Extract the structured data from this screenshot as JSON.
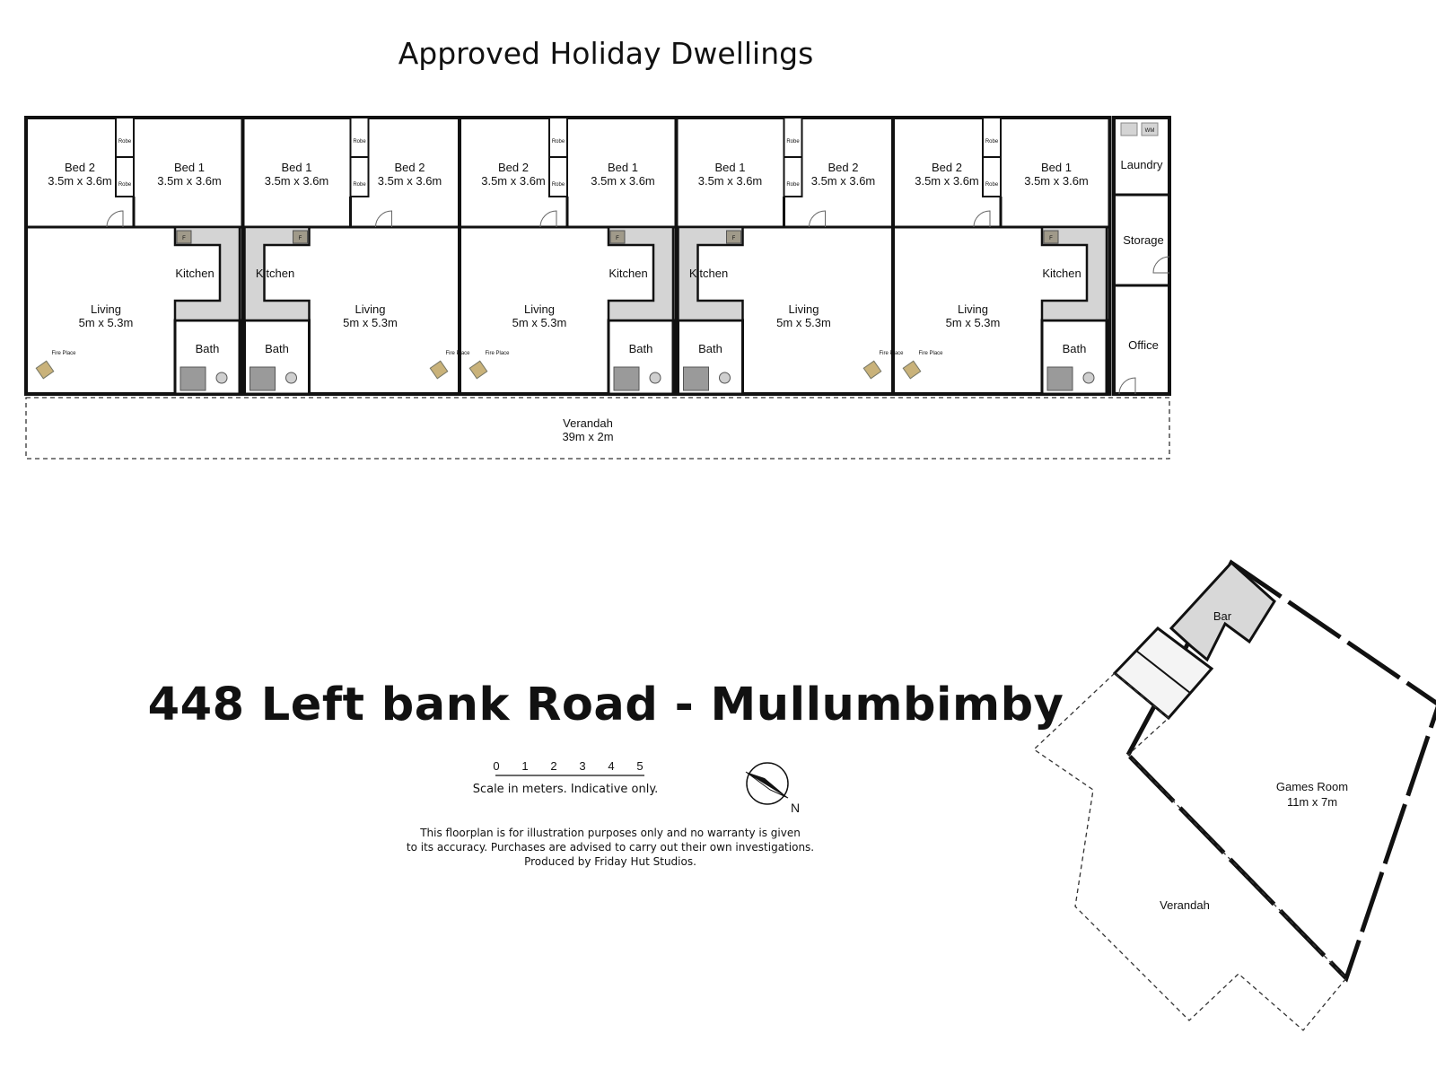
{
  "title": "Approved Holiday Dwellings",
  "address": "448 Left bank Road - Mullumbimby",
  "dwellings": [
    {
      "bed_a": {
        "name": "Bed 2",
        "size": "3.5m x 3.6m"
      },
      "bed_b": {
        "name": "Bed 1",
        "size": "3.5m x 3.6m"
      },
      "living": {
        "name": "Living",
        "size": "5m x 5.3m"
      },
      "kitchen": "Kitchen",
      "bath": "Bath"
    },
    {
      "bed_a": {
        "name": "Bed 1",
        "size": "3.5m x 3.6m"
      },
      "bed_b": {
        "name": "Bed 2",
        "size": "3.5m x 3.6m"
      },
      "living": {
        "name": "Living",
        "size": "5m x 5.3m"
      },
      "kitchen": "Kitchen",
      "bath": "Bath"
    },
    {
      "bed_a": {
        "name": "Bed 2",
        "size": "3.5m x 3.6m"
      },
      "bed_b": {
        "name": "Bed 1",
        "size": "3.5m x 3.6m"
      },
      "living": {
        "name": "Living",
        "size": "5m x 5.3m"
      },
      "kitchen": "Kitchen",
      "bath": "Bath"
    },
    {
      "bed_a": {
        "name": "Bed 1",
        "size": "3.5m x 3.6m"
      },
      "bed_b": {
        "name": "Bed 2",
        "size": "3.5m x 3.6m"
      },
      "living": {
        "name": "Living",
        "size": "5m x 5.3m"
      },
      "kitchen": "Kitchen",
      "bath": "Bath"
    },
    {
      "bed_a": {
        "name": "Bed 2",
        "size": "3.5m x 3.6m"
      },
      "bed_b": {
        "name": "Bed 1",
        "size": "3.5m x 3.6m"
      },
      "living": {
        "name": "Living",
        "size": "5m x 5.3m"
      },
      "kitchen": "Kitchen",
      "bath": "Bath"
    }
  ],
  "small_labels": {
    "robe": "Robe",
    "fire_place": "Fire Place",
    "fridge": "F",
    "washing_machine": "WM"
  },
  "service_rooms": {
    "laundry": "Laundry",
    "storage": "Storage",
    "office": "Office"
  },
  "verandah_top": {
    "name": "Verandah",
    "size": "39m x 2m"
  },
  "games": {
    "bar": "Bar",
    "room": "Games Room",
    "size": "11m x 7m",
    "verandah": "Verandah"
  },
  "scale": {
    "ticks": [
      "0",
      "1",
      "2",
      "3",
      "4",
      "5"
    ],
    "caption": "Scale in meters. Indicative only."
  },
  "north_label": "N",
  "disclaimer": [
    "This floorplan is for illustration purposes only and no warranty is given",
    "to its accuracy. Purchases are advised to carry out their own investigations.",
    "Produced by Friday Hut Studios."
  ],
  "colors": {
    "wall": "#111111",
    "fixture": "#9a9a9a",
    "counter": "#d4d4d4",
    "fireplace": "#c9b27a"
  }
}
